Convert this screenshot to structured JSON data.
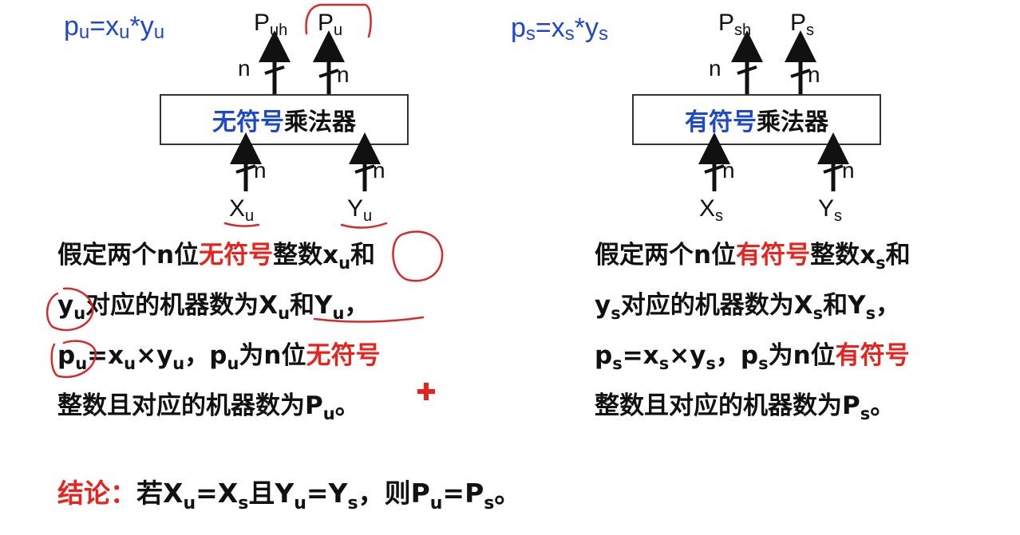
{
  "left": {
    "formula": {
      "p": "p",
      "sub": "u",
      "eq": "=x",
      "sub2": "u",
      "times": "*y",
      "sub3": "u"
    },
    "outputs": [
      {
        "main": "P",
        "sub": "uh"
      },
      {
        "main": "P",
        "sub": "u"
      }
    ],
    "inputs": [
      {
        "main": "X",
        "sub": "u"
      },
      {
        "main": "Y",
        "sub": "u"
      }
    ],
    "n_label": "n",
    "box": {
      "keyword": "无符号",
      "rest": "乘法器"
    },
    "para": {
      "l1a": "假定两个n位",
      "l1kw": "无符号",
      "l1b": "整数",
      "l1x": "x",
      "l1xs": "u",
      "l1c": "和",
      "l2y": "y",
      "l2ys": "u",
      "l2a": "对应的机器数为",
      "l2X": "X",
      "l2Xs": "u",
      "l2b": "和",
      "l2Y": "Y",
      "l2Ys": "u",
      "l2c": "，",
      "l3p": "p",
      "l3ps": "u",
      "l3a": "=x",
      "l3as": "u",
      "l3b": "×y",
      "l3bs": "u",
      "l3c": "，p",
      "l3cs": "u",
      "l3d": "为n位",
      "l3kw": "无符号",
      "l4a": "整数且对应的机器数为P",
      "l4s": "u",
      "l4b": "。"
    }
  },
  "right": {
    "formula": {
      "p": "p",
      "sub": "s",
      "eq": "=x",
      "sub2": "s",
      "times": "*y",
      "sub3": "s"
    },
    "outputs": [
      {
        "main": "P",
        "sub": "sh"
      },
      {
        "main": "P",
        "sub": "s"
      }
    ],
    "inputs": [
      {
        "main": "X",
        "sub": "s"
      },
      {
        "main": "Y",
        "sub": "s"
      }
    ],
    "n_label": "n",
    "box": {
      "keyword": "有符号",
      "rest": "乘法器"
    },
    "para": {
      "l1a": "假定两个n位",
      "l1kw": "有符号",
      "l1b": "整数",
      "l1x": "x",
      "l1xs": "s",
      "l1c": "和",
      "l2y": "y",
      "l2ys": "s",
      "l2a": "对应的机器数为",
      "l2X": "X",
      "l2Xs": "s",
      "l2b": "和",
      "l2Y": "Y",
      "l2Ys": "s",
      "l2c": "，",
      "l3p": "p",
      "l3ps": "s",
      "l3a": "=x",
      "l3as": "s",
      "l3b": "×y",
      "l3bs": "s",
      "l3c": "，p",
      "l3cs": "s",
      "l3d": "为n位",
      "l3kw": "有符号",
      "l4a": "整数且对应的机器数为P",
      "l4s": "s",
      "l4b": "。"
    }
  },
  "conclusion": {
    "label": "结论：",
    "a": "若X",
    "as": "u",
    "b": "=X",
    "bs": "s",
    "c": "且Y",
    "cs": "u",
    "d": "=Y",
    "ds": "s",
    "e": "，则P",
    "es": "u",
    "f": "=P",
    "fs": "s",
    "g": "。"
  },
  "colors": {
    "blue": "#1f48c9",
    "red": "#e8231d",
    "annotation": "#d42a2a"
  }
}
